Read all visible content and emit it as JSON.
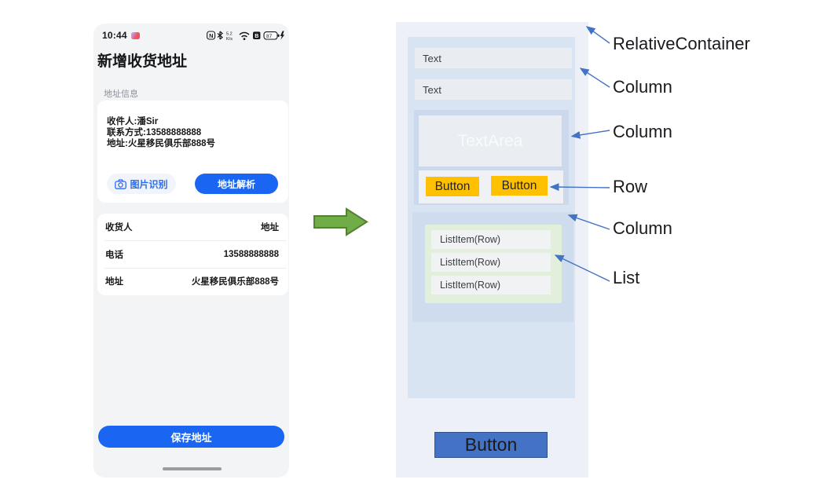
{
  "left_phone": {
    "status_bar": {
      "time": "10:44",
      "battery_percent": "87"
    },
    "title": "新增收货地址",
    "section_label": "地址信息",
    "info_card": {
      "line1": "收件人:潘Sir",
      "line2": "联系方式:13588888888",
      "line3": "地址:火星移民俱乐部888号",
      "ocr_button_label": "图片识别",
      "parse_button_label": "地址解析"
    },
    "form_card": {
      "rows": [
        {
          "label": "收货人",
          "value": "地址"
        },
        {
          "label": "电话",
          "value": "13588888888"
        },
        {
          "label": "地址",
          "value": "火星移民俱乐部888号"
        }
      ]
    },
    "save_button_label": "保存地址"
  },
  "wireframe": {
    "text_field_1": "Text",
    "text_field_2": "Text",
    "textarea_label": "TextArea",
    "row_button_1": "Button",
    "row_button_2": "Button",
    "list_items": [
      "ListItem(Row)",
      "ListItem(Row)",
      "ListItem(Row)"
    ],
    "bottom_button_label": "Button"
  },
  "annotations": {
    "relative_container": "RelativeContainer",
    "column_1": "Column",
    "column_2": "Column",
    "row": "Row",
    "column_3": "Column",
    "list": "List"
  },
  "colors": {
    "accent_blue": "#1a66f2",
    "wireframe_yellow": "#ffc000",
    "wireframe_button_blue": "#4472c4",
    "annotation_arrow_blue": "#4472c4",
    "diagram_arrow_green": "#70ad47",
    "list_background_green": "#e2efda"
  }
}
